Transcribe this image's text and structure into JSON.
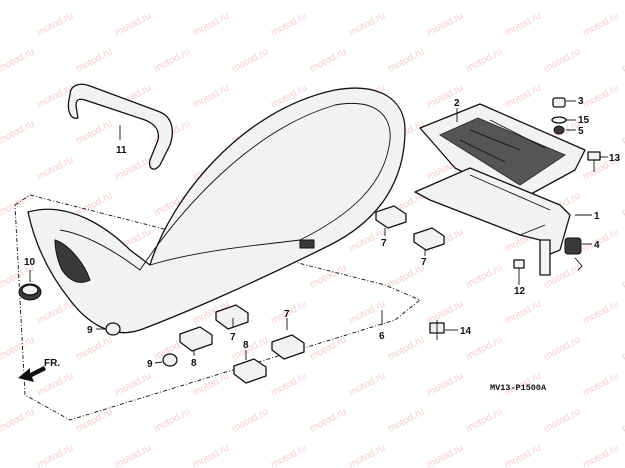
{
  "diagram": {
    "drawing_code": "MV13-P1500A",
    "direction_label": "FR.",
    "watermark_text": "motod.ru",
    "callouts": [
      "1",
      "2",
      "3",
      "4",
      "5",
      "6",
      "7",
      "7",
      "7",
      "7",
      "8",
      "8",
      "9",
      "9",
      "10",
      "11",
      "12",
      "13",
      "14",
      "15"
    ],
    "colors": {
      "line": "#111111",
      "part_fill": "#f2f2f2",
      "watermark": "#e6a8a8"
    }
  }
}
